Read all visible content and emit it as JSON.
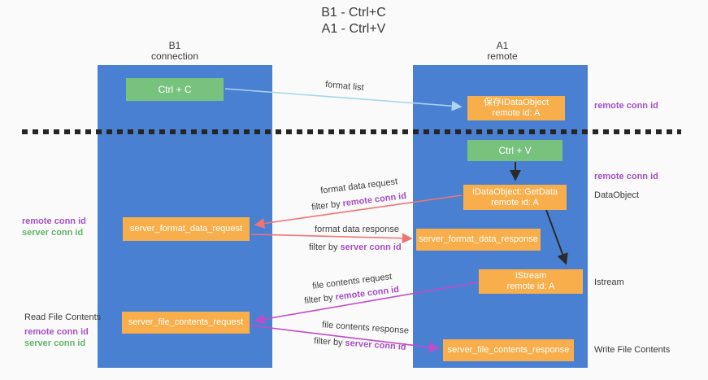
{
  "title": {
    "line1": "B1 - Ctrl+C",
    "line2": "A1 - Ctrl+V"
  },
  "columns": {
    "left": {
      "name": "B1",
      "subtitle": "connection"
    },
    "right": {
      "name": "A1",
      "subtitle": "remote"
    }
  },
  "nodes": {
    "ctrl_c": {
      "label": "Ctrl + C"
    },
    "ctrl_v": {
      "label": "Ctrl + V"
    },
    "save_dataobject": {
      "line1": "保存IDataObject",
      "line2": "remote id: A"
    },
    "getdata": {
      "line1": "IDataObject::GetData",
      "line2": "remote id: A"
    },
    "istream": {
      "line1": "IStream",
      "line2": "remote id: A"
    },
    "server_format_data_request": {
      "label": "server_format_data_request"
    },
    "server_format_data_response": {
      "label": "server_format_data_response"
    },
    "server_file_contents_request": {
      "label": "server_file_contents_request"
    },
    "server_file_contents_response": {
      "label": "server_file_contents_response"
    }
  },
  "arrow_labels": {
    "format_list": "format list",
    "format_data_request": "format data request",
    "format_data_response": "format data response",
    "file_contents_request": "file contents request",
    "file_contents_response": "file contents response",
    "filter_by": "filter by",
    "remote_conn_id": "remote conn id",
    "server_conn_id": "server conn id"
  },
  "side_labels": {
    "remote_conn_id_right_top": "remote conn id",
    "remote_conn_id_right_mid": "remote conn id",
    "dataobject": "DataObject",
    "istream": "Istream",
    "write_file_contents": "Write File Contents",
    "remote_conn_id_left1": "remote conn id",
    "server_conn_id_left1": "server conn id",
    "read_file_contents": "Read File Contents",
    "remote_conn_id_left2": "remote conn id",
    "server_conn_id_left2": "server conn id"
  },
  "colors": {
    "column_blue": "#4a80d2",
    "box_green": "#77c37e",
    "box_orange": "#f8ae4a",
    "arrow_light_blue": "#aad4ef",
    "arrow_salmon": "#ee7572",
    "arrow_magenta": "#c14bc6",
    "arrow_black": "#2b2b2b",
    "text_purple": "#a44fc4",
    "text_green": "#5fb767",
    "background": "#fafafa"
  }
}
